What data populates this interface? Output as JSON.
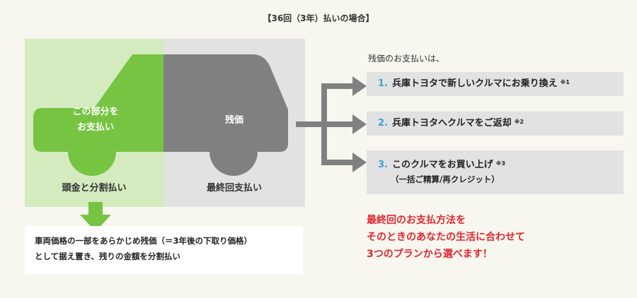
{
  "title": "【36回（3年）払いの場合】",
  "car": {
    "left_label_line1": "この部分を",
    "left_label_line2": "お支払い",
    "right_label": "残価",
    "left_footer": "頭金と分割払い",
    "right_footer": "最終回支払い",
    "colors": {
      "green_part": "#76c442",
      "gray_part": "#808080",
      "green_bg": "#d3ebbf",
      "gray_bg": "#e2e2e2"
    }
  },
  "explanation": {
    "line1": "車両価格の一部をあらかじめ残価（＝3年後の下取り価格）",
    "line2": "として据え置き、残りの金額を分割払い"
  },
  "options_intro": "残価のお支払いは、",
  "options": [
    {
      "number": "1.",
      "text": "兵庫トヨタで新しいクルマにお乗り換え",
      "note": "※1"
    },
    {
      "number": "2.",
      "text": "兵庫トヨタへクルマをご返却",
      "note": "※2"
    },
    {
      "number": "3.",
      "text": "このクルマをお買い上げ",
      "note": "※3",
      "sub": "（一括ご精算/再クレジット）"
    }
  ],
  "highlight": {
    "line1": "最終回のお支払方法を",
    "line2": "そのときのあなたの生活に合わせて",
    "line3": "3つのプランから選べます！"
  },
  "colors": {
    "accent_blue": "#3ba1d8",
    "highlight_red": "#e0262f",
    "arrow_gray": "#808080"
  }
}
